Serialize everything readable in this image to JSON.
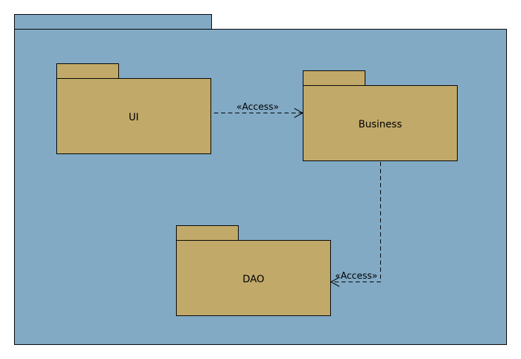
{
  "diagram": {
    "outer_package": {
      "name": ""
    },
    "packages": [
      {
        "id": "ui",
        "name": "UI"
      },
      {
        "id": "business",
        "name": "Business"
      },
      {
        "id": "dao",
        "name": "DAO"
      }
    ],
    "dependencies": [
      {
        "from": "ui",
        "to": "business",
        "stereotype": "«Access»"
      },
      {
        "from": "business",
        "to": "dao",
        "stereotype": "«Access»"
      }
    ],
    "colors": {
      "outer_fill": "#82aac5",
      "package_fill": "#c1a96a",
      "stroke": "#000000"
    }
  }
}
